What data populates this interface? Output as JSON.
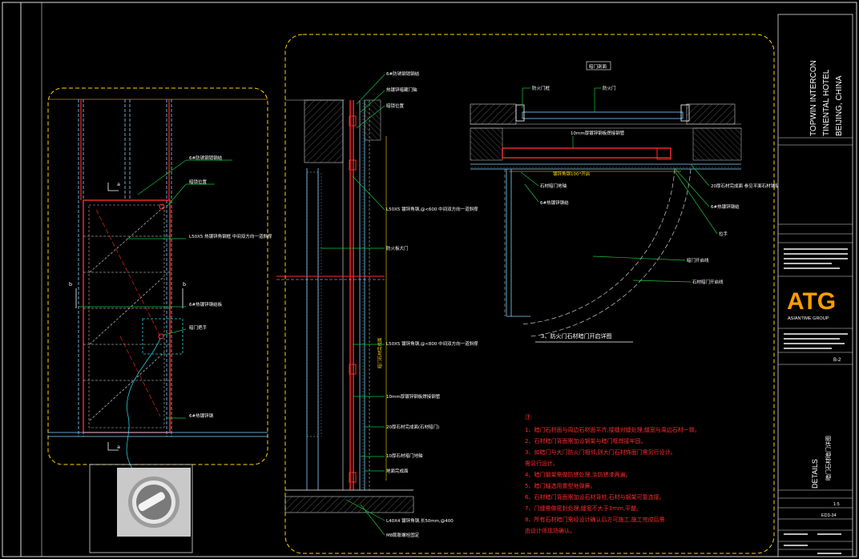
{
  "left_view": {
    "marks": {
      "a": "a",
      "b": "b"
    },
    "labels": [
      "6#防锈钢销钢结",
      "暗锁位置",
      "L50X5 热镀锌角钢框 中间双方向一道斜撑",
      "6#热镀锌钢结板",
      "暗门把手",
      "6#热镀锌钢"
    ]
  },
  "section": {
    "labels": [
      "6#防锈钢销钢结",
      "热镀锌暗藏门轴",
      "暗锁位置",
      "L50X5 镀锌角钢,@<600 中间双方向一道斜撑",
      "防火板大门",
      "L50X5 镀锌角钢,@<800 中间双方向一道斜撑",
      "10mm厚镀锌钢板焊接钢管",
      "20厚石材完成面(石材暗门)",
      "10厚石材暗门地轴",
      "地面完成面",
      "L40X4 镀锌角钢,长50mm,@400",
      "M8膨胀螺栓固定"
    ],
    "vertical_text": "暗门石材完成面"
  },
  "plan": {
    "tag": "暗门剖面",
    "labels": [
      "防火门框",
      "防火门",
      "10mm厚镀锌钢板焊接钢管",
      "镀锌角钢100°开启",
      "石材暗门地轴",
      "6#热镀锌钢结",
      "20厚石材完成面 参见平面石材铺贴",
      "6#热镀锌钢结",
      "拉手",
      "暗门开启线",
      "石材暗门开启线"
    ],
    "caption": "3、防火门石材暗门开启详图"
  },
  "notes": {
    "heading": "注:",
    "lines": [
      "1、暗门石材面与周边石材面平齐,接缝对缝处理,缝宽与周边石材一致。",
      "2、石材暗门背面需加设钢架与暗门框焊接牢固。",
      "3、如暗门与大门防火门相邻,则大门石材饰面门需另行设计。",
      "   需另行设计。",
      "4、暗门钢架需做防锈处理,涂防锈漆两遍。",
      "5、暗门轴选用重型地弹簧。",
      "6、石材暗门背面需加设石材背栓,石材与钢架可靠连接。",
      "7、门缝需做密封处理,缝宽不大于3mm,平整。",
      "8、所有石材暗门需经设计确认后方可施工,施工完成后需",
      "   由设计师现场确认。"
    ]
  },
  "title_block": {
    "project_code": "TOPWIN INTERCON",
    "hotel_name": "TINENTAL HOTEL",
    "location": "BEIJING, CHINA",
    "company_logo": "ATG",
    "company_name": "ASIANTIME GROUP",
    "drawing_type": "DETAILS",
    "drawing_name": "暗门石材暗门详图",
    "scale": "1:5",
    "drawing_no": "ED3-34",
    "sheet_mark": "B-2"
  },
  "colors": {
    "frame": "#ffffff",
    "dim": "#ffd400",
    "wall": "#7fd4ff",
    "steel": "#ff2a2a",
    "leader": "#18c23a",
    "cyan": "#27c8d8",
    "logo_bg": "#ff9d00"
  }
}
